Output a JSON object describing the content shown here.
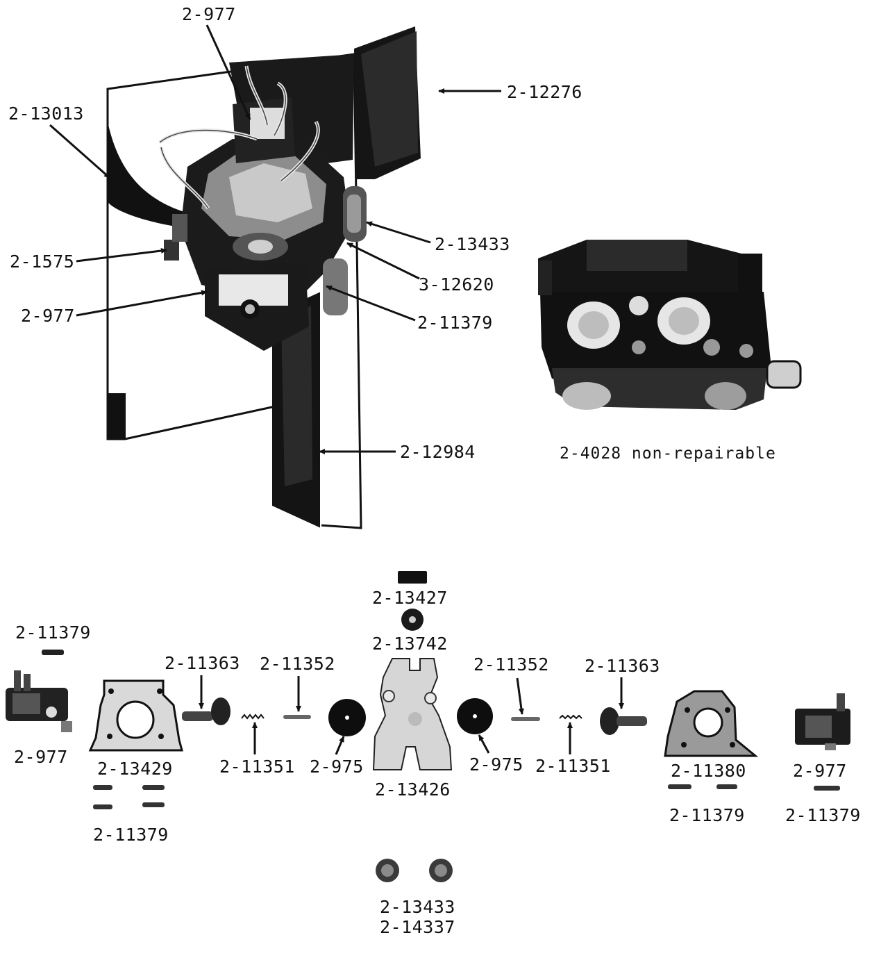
{
  "upper_assembly": {
    "callouts": {
      "top_solenoid": "2-977",
      "right_top": "2-12276",
      "left_top": "2-13013",
      "right_13433": "2-13433",
      "left_1575": "2-1575",
      "right_12620": "3-12620",
      "left_977": "2-977",
      "right_11379": "2-11379",
      "right_12984": "2-12984"
    }
  },
  "valve_unit": {
    "caption": "2-4028 non-repairable"
  },
  "exploded_parts": {
    "labels": {
      "screw_top_left": "2-11379",
      "solenoid_left": "2-977",
      "bracket_left": "2-13429",
      "screws_left": "2-11379",
      "plunger_left": "2-11363",
      "pin_left": "2-11352",
      "spring_left": "2-11351",
      "diaphragm_left": "2-975",
      "cap_top": "2-13427",
      "seal_top": "2-13742",
      "valve_body": "2-13426",
      "diaphragm_right": "2-975",
      "pin_right": "2-11352",
      "spring_right": "2-11351",
      "plunger_right": "2-11363",
      "bracket_right": "2-11380",
      "screws_right": "2-11379",
      "solenoid_right": "2-977",
      "screw_far_right": "2-11379",
      "plugs_a": "2-13433",
      "plugs_b": "2-14337"
    }
  }
}
